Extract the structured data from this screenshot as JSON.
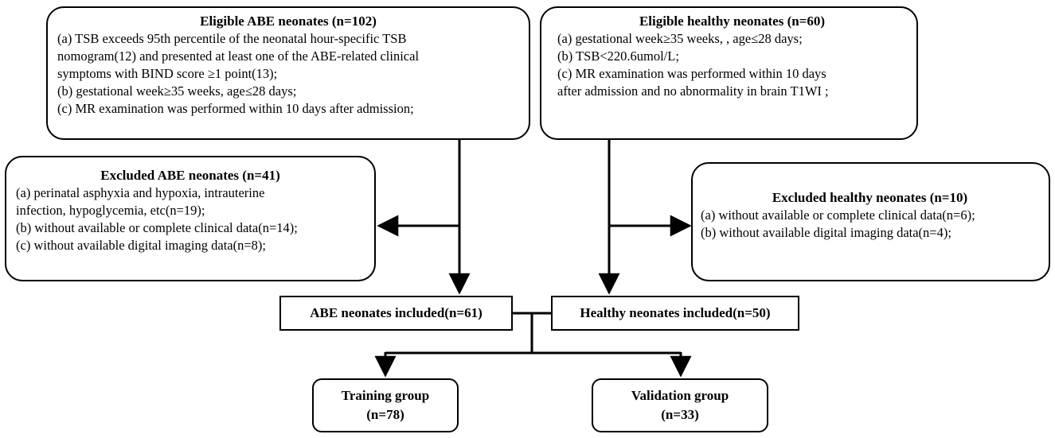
{
  "eligible_abe": {
    "title": "Eligible ABE neonates (n=102)",
    "lines": [
      "(a) TSB exceeds 95th percentile of the neonatal hour-specific TSB",
      "nomogram(12) and presented at least one of the ABE-related clinical",
      "symptoms with BIND score ≥1 point(13);",
      "(b) gestational week≥35 weeks, age≤28 days;",
      "(c) MR examination was performed within 10 days after admission;"
    ]
  },
  "eligible_healthy": {
    "title": "Eligible healthy neonates (n=60)",
    "lines": [
      "(a) gestational week≥35 weeks, , age≤28 days;",
      "(b) TSB<220.6umol/L;",
      "(c) MR examination was performed within 10 days",
      "after admission and no abnormality in brain T1WI ;"
    ]
  },
  "excluded_abe": {
    "title": "Excluded ABE neonates (n=41)",
    "lines": [
      "(a) perinatal asphyxia and hypoxia, intrauterine",
      "infection, hypoglycemia, etc(n=19);",
      "(b) without available or complete clinical data(n=14);",
      "(c) without available digital imaging data(n=8);"
    ]
  },
  "excluded_healthy": {
    "title": "Excluded healthy neonates (n=10)",
    "lines": [
      "(a) without available or complete clinical data(n=6);",
      "(b) without available digital imaging data(n=4);"
    ]
  },
  "abe_included": "ABE neonates included(n=61)",
  "healthy_included": "Healthy neonates included(n=50)",
  "training_group": {
    "label": "Training group",
    "count": "(n=78)"
  },
  "validation_group": {
    "label": "Validation group",
    "count": "(n=33)"
  }
}
